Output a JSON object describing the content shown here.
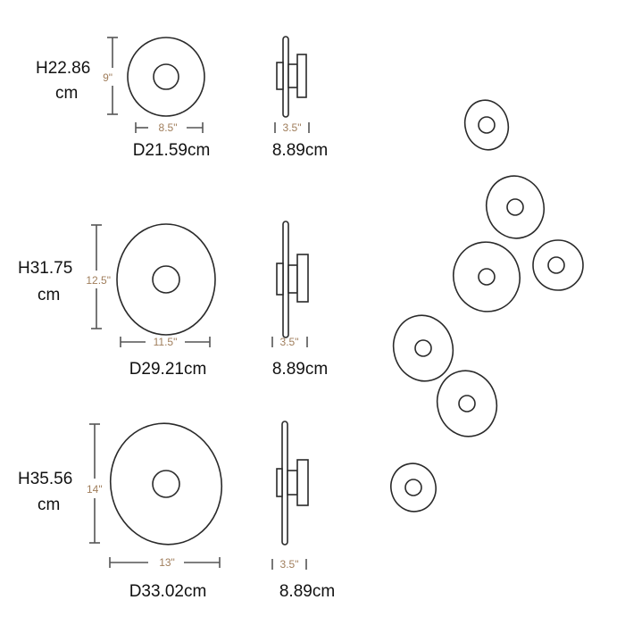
{
  "sizes": [
    {
      "height_cm": "H22.86",
      "height_unit": "cm",
      "height_in": "9\"",
      "width_in": "8.5\"",
      "width_cm": "D21.59cm",
      "depth_in": "3.5\"",
      "depth_cm": "8.89cm"
    },
    {
      "height_cm": "H31.75",
      "height_unit": "cm",
      "height_in": "12.5\"",
      "width_in": "11.5\"",
      "width_cm": "D29.21cm",
      "depth_in": "3.5\"",
      "depth_cm": "8.89cm"
    },
    {
      "height_cm": "H35.56",
      "height_unit": "cm",
      "height_in": "14\"",
      "width_in": "13\"",
      "width_cm": "D33.02cm",
      "depth_in": "3.5\"",
      "depth_cm": "8.89cm"
    }
  ],
  "colors": {
    "inch_label": "#a07e5c",
    "outline": "#2a2a2a"
  }
}
